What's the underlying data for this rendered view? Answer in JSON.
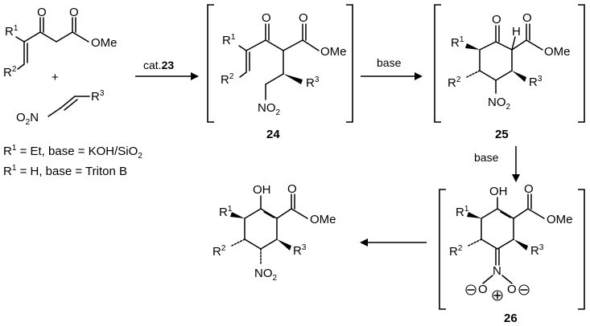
{
  "compounds": {
    "c24": "24",
    "c25": "25",
    "c26": "26"
  },
  "atoms": {
    "O": "O",
    "OH": "OH",
    "OMe": "OMe",
    "H": "H",
    "R": "R",
    "r1": "1",
    "r2": "2",
    "r3": "3",
    "NO": "NO",
    "N": "N",
    "O2": "O",
    "sub2": "2",
    "plus": "+"
  },
  "arrows": {
    "a1_prefix": "cat.",
    "a1_catalyst": "23",
    "a2_label": "base",
    "a3_label": "base"
  },
  "conditions": {
    "line1_tail": " = Et, base = KOH/SiO",
    "line1_sub": "2",
    "line2_tail": " = H, base = Triton B"
  }
}
